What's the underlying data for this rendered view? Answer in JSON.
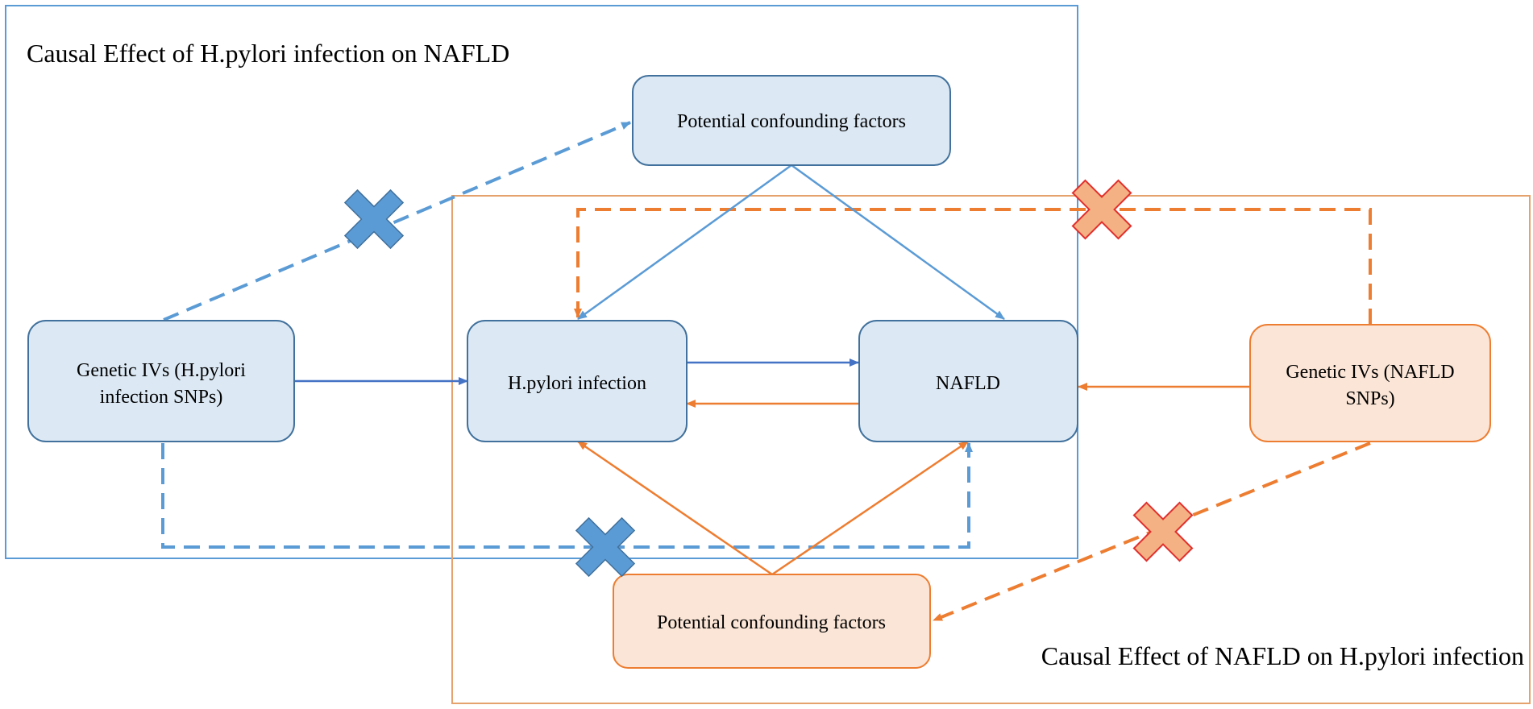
{
  "colors": {
    "blue_frame": "#5b9bd5",
    "blue_arrow": "#4472c4",
    "blue_light_arrow": "#5b9bd5",
    "blue_node_fill": "#dce9f5",
    "blue_node_stroke": "#41719c",
    "orange_frame": "#e5a26c",
    "orange_arrow": "#ed7d31",
    "orange_node_fill": "#fbe5d6",
    "orange_node_stroke": "#ed7d31",
    "blue_cross_fill": "#5b9bd5",
    "blue_cross_stroke": "#41719c",
    "orange_cross_fill": "#f4b183",
    "orange_cross_stroke": "#e0302e"
  },
  "frames": {
    "blue": {
      "title": "Causal Effect of H.pylori infection on NAFLD"
    },
    "orange": {
      "title": "Causal Effect of NAFLD on H.pylori infection"
    }
  },
  "nodes": {
    "confounders_top": {
      "label": "Potential confounding factors"
    },
    "genetic_ivs_hpylori": {
      "label_line1": "Genetic IVs (H.pylori",
      "label_line2": "infection SNPs)"
    },
    "hpylori_infection": {
      "label": "H.pylori infection"
    },
    "nafld": {
      "label": "NAFLD"
    },
    "genetic_ivs_nafld": {
      "label_line1": "Genetic IVs (NAFLD",
      "label_line2": "SNPs)"
    },
    "confounders_bottom": {
      "label": "Potential confounding factors"
    }
  },
  "icons": {
    "blocked_path": "cross-icon"
  }
}
